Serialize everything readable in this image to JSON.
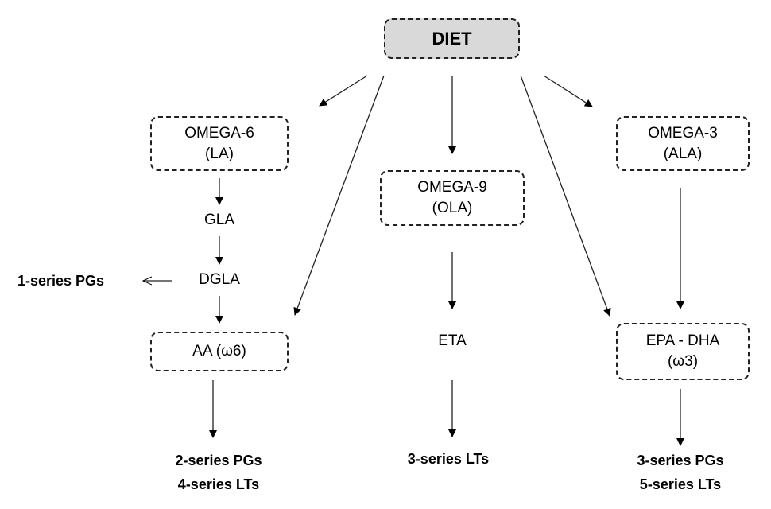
{
  "diagram": {
    "root": {
      "label": "DIET",
      "fill": "#d9d9d9"
    },
    "nodes": {
      "omega6": {
        "line1": "OMEGA-6",
        "line2": "(LA)"
      },
      "omega9": {
        "line1": "OMEGA-9",
        "line2": "(OLA)"
      },
      "omega3": {
        "line1": "OMEGA-3",
        "line2": "(ALA)"
      },
      "gla": "GLA",
      "dgla": "DGLA",
      "aa": "AA (ω6)",
      "eta": "ETA",
      "epa_dha": {
        "line1": "EPA - DHA",
        "line2": "(ω3)"
      }
    },
    "outputs": {
      "dgla_side": "1-series PGs",
      "aa": {
        "line1": "2-series PGs",
        "line2": "4-series LTs"
      },
      "eta": "3-series LTs",
      "epa_dha": {
        "line1": "3-series PGs",
        "line2": "5-series LTs"
      }
    },
    "edges": [
      [
        "DIET",
        "OMEGA-6"
      ],
      [
        "DIET",
        "AA"
      ],
      [
        "DIET",
        "OMEGA-9"
      ],
      [
        "DIET",
        "EPA-DHA"
      ],
      [
        "DIET",
        "OMEGA-3"
      ],
      [
        "OMEGA-6",
        "GLA"
      ],
      [
        "GLA",
        "DGLA"
      ],
      [
        "DGLA",
        "1-series PGs"
      ],
      [
        "DGLA",
        "AA"
      ],
      [
        "AA",
        "2-series PGs / 4-series LTs"
      ],
      [
        "OMEGA-9",
        "ETA"
      ],
      [
        "ETA",
        "3-series LTs"
      ],
      [
        "OMEGA-3",
        "EPA-DHA"
      ],
      [
        "EPA-DHA",
        "3-series PGs / 5-series LTs"
      ]
    ]
  }
}
